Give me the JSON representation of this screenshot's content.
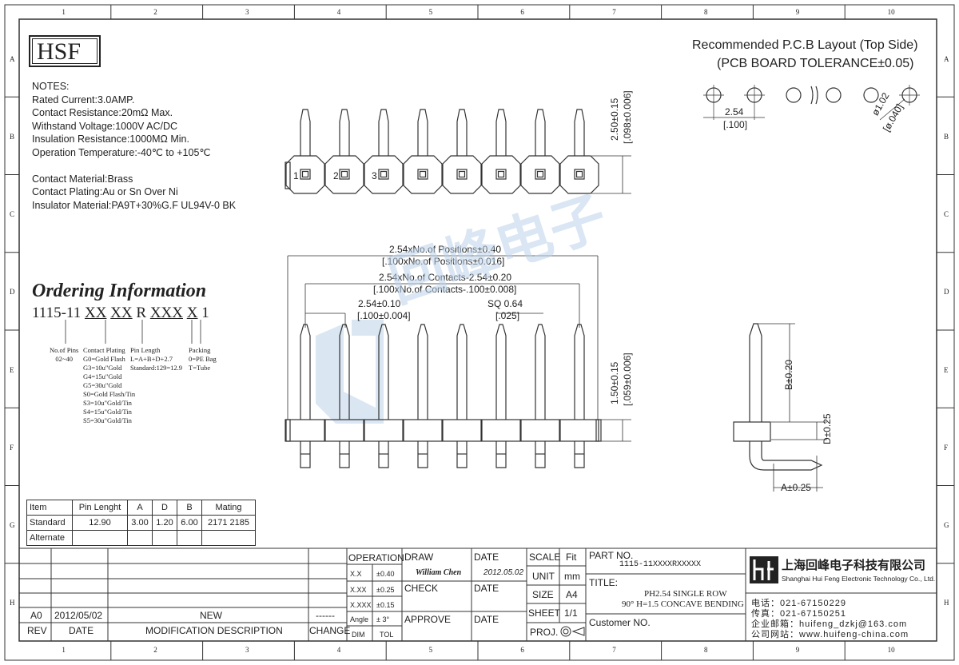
{
  "logo": "HSF",
  "border": {
    "cols": [
      "1",
      "2",
      "3",
      "4",
      "5",
      "6",
      "7",
      "8",
      "9",
      "10"
    ],
    "rows": [
      "A",
      "B",
      "C",
      "D",
      "E",
      "F",
      "G",
      "H"
    ]
  },
  "notes": {
    "title": "NOTES:",
    "lines": [
      "Rated Current:3.0AMP.",
      "Contact Resistance:20mΩ Max.",
      "Withstand Voltage:1000V AC/DC",
      "Insulation Resistance:1000MΩ Min.",
      "Operation Temperature:-40℃ to +105℃",
      "",
      "Contact Material:Brass",
      "Contact Plating:Au or Sn Over Ni",
      "Insulator Material:PA9T+30%G.F UL94V-0 BK"
    ]
  },
  "pcb_layout": {
    "title1": "Recommended P.C.B Layout (Top Side)",
    "title2": "(PCB BOARD TOLERANCE±0.05)",
    "pitch": "2.54",
    "pitch_in": "[.100]",
    "hole": "ø1.02",
    "hole_in": "[ø.040]"
  },
  "dims": {
    "top_h": "2.50±0.15",
    "top_h_in": "[.098±0.006]",
    "total": "2.54xNo.of Positions±0.40",
    "total_in": "[.100xNo.of Positions±0.016]",
    "contacts": "2.54xNo.of Contacts-2.54±0.20",
    "contacts_in": "[.100xNo.of Contacts-.100±0.008]",
    "pitch": "2.54±0.10",
    "pitch_in": "[.100±0.004]",
    "sq": "SQ 0.64",
    "sq_in": "[.025]",
    "body_h": "1.50±0.15",
    "body_h_in": "[.059±0.006]",
    "b": "B±0.20",
    "d": "D±0.25",
    "a": "A±0.25",
    "pin_nums": [
      "1",
      "2",
      "3"
    ]
  },
  "ordering": {
    "title": "Ordering Information",
    "code": [
      "1115-11",
      "XX",
      "XX",
      "R",
      "XXX",
      "X",
      "1"
    ],
    "col_pins": [
      "No.of Pins",
      "02~40"
    ],
    "col_plating": [
      "Contact Plating",
      "G0=Gold Flash",
      "G3=10u\"Gold",
      "G4=15u\"Gold",
      "G5=30u\"Gold",
      "S0=Gold Flash/Tin",
      "S3=10u\"Gold/Tin",
      "S4=15u\"Gold/Tin",
      "S5=30u\"Gold/Tin"
    ],
    "col_length": [
      "Pin Length",
      "L=A+B+D+2.7",
      "Standard:129=12.9"
    ],
    "col_packing": [
      "Packing",
      "0=PE Bag",
      "T=Tube"
    ]
  },
  "item_table": {
    "header": [
      "Item",
      "Pin Lenght",
      "A",
      "D",
      "B",
      "Mating"
    ],
    "rows": [
      [
        "Standard",
        "12.90",
        "3.00",
        "1.20",
        "6.00",
        "2171  2185"
      ],
      [
        "Alternate",
        "",
        "",
        "",
        "",
        ""
      ]
    ]
  },
  "title_block": {
    "rev_row": [
      "A0",
      "2012/05/02",
      "NEW",
      "------"
    ],
    "rev_header": [
      "REV",
      "DATE",
      "MODIFICATION  DESCRIPTION",
      "CHANGE"
    ],
    "operation": "OPERATION",
    "tol": [
      [
        "X.X",
        "±0.40"
      ],
      [
        "X.XX",
        "±0.25"
      ],
      [
        "X.XXX",
        "±0.15"
      ],
      [
        "Angle",
        "± 3°"
      ]
    ],
    "dim_tol": [
      "DIM",
      "TOL"
    ],
    "draw": "DRAW",
    "draw_name": "William Chen",
    "check": "CHECK",
    "approve": "APPROVE",
    "date": "DATE",
    "draw_date": "2012.05.02",
    "scale": "SCALE",
    "fit": "Fit",
    "unit": "UNIT",
    "unit_val": "mm",
    "size": "SIZE",
    "size_val": "A4",
    "sheet": "SHEET",
    "sheet_val": "1/1",
    "proj": "PROJ.",
    "part_no_label": "PART  NO.",
    "part_no": "1115-11XXXXRXXXXX",
    "title_label": "TITLE:",
    "title1": "PH2.54 SINGLE ROW",
    "title2": "90° H=1.5 CONCAVE BENDING",
    "customer": "Customer  NO.",
    "company_cn": "上海回峰电子科技有限公司",
    "company_en": "Shanghai Hui Feng Electronic Technology Co., Ltd.",
    "tel": "电话：021-67150229",
    "fax": "传真：021-67150251",
    "email": "企业邮箱：huifeng_dzkj@163.com",
    "web": "公司网站：www.huifeng-china.com",
    "watermark": "回峰电子"
  },
  "colors": {
    "line": "#333333",
    "watermark": "#bcd3ea"
  }
}
